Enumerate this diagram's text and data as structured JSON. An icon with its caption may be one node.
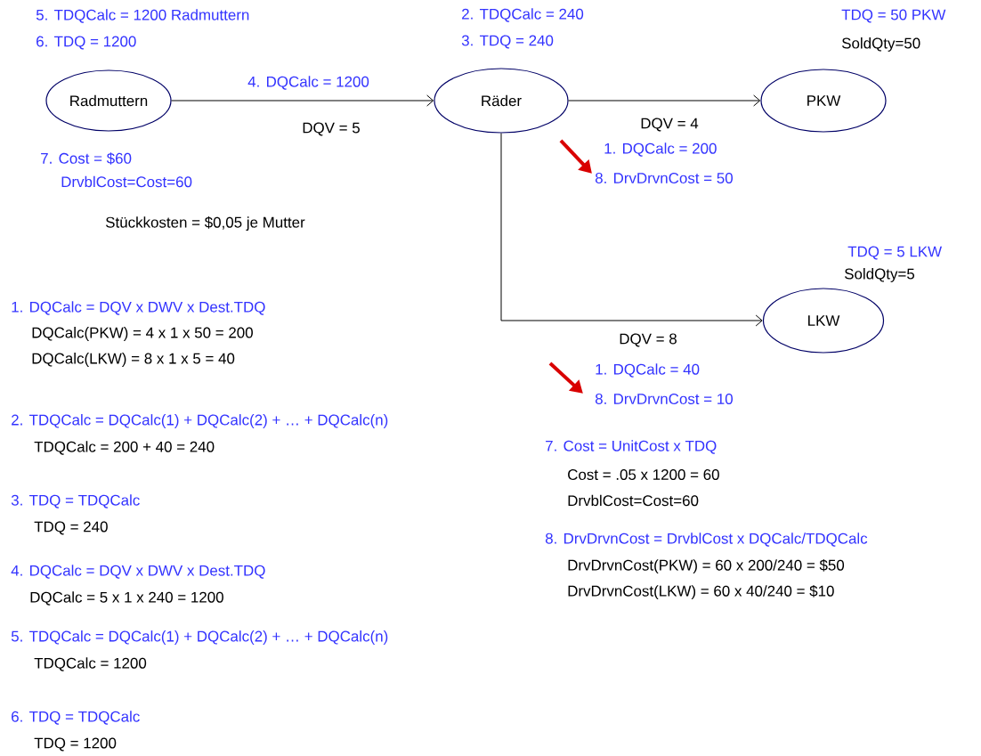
{
  "diagram": {
    "nodes": [
      {
        "text": [
          "Radmuttern"
        ],
        "beside": [
          "5. TDQCalc = 1200 Radmuttern",
          "6. TDQ = 1200",
          "7. Cost = $60",
          "DrvblCost=Cost=60"
        ]
      },
      {
        "text": [
          "Räder"
        ],
        "beside": [
          "2. TDQCalc = 240",
          "3. TDQ = 240"
        ]
      },
      {
        "text": [
          "PKW"
        ],
        "beside": [
          "TDQ = 50 PKW",
          "SoldQty=50"
        ]
      },
      {
        "text": [
          "LKW"
        ],
        "beside": [
          "TDQ = 5 LKW",
          "SoldQty=5"
        ]
      }
    ],
    "edges": [
      {
        "from": 0,
        "to": 1,
        "arrow": "to",
        "label": "DQV = 5"
      },
      {
        "from": 1,
        "to": 2,
        "arrow": "to",
        "label": "DQV = 4"
      },
      {
        "from": 1,
        "to": 3,
        "arrow": "to",
        "label": "DQV = 8"
      }
    ],
    "labels": [
      "4. DQCalc = 1200",
      "1. DQCalc = 200",
      "8. DrvDrvnCost = 50",
      "Stückkosten = $0,05 je Mutter",
      "1. DQCalc = 40",
      "8. DrvDrvnCost = 10",
      "1. DQCalc = DQV x DWV x Dest.TDQ",
      "DQCalc(PKW) = 4 x 1 x 50 = 200",
      "DQCalc(LKW) = 8 x 1 x 5 = 40",
      "2. TDQCalc = DQCalc(1) + DQCalc(2) + … + DQCalc(n)",
      "TDQCalc = 200 + 40 = 240",
      "3. TDQ = TDQCalc",
      "TDQ = 240",
      "4. DQCalc = DQV x DWV x Dest.TDQ",
      "DQCalc = 5 x 1 x 240 = 1200",
      "5. TDQCalc = DQCalc(1) + DQCalc(2) + … + DQCalc(n)",
      "TDQCalc = 1200",
      "6. TDQ = TDQCalc",
      "TDQ = 1200",
      "7. Cost = UnitCost x TDQ",
      "Cost = .05 x 1200 = 60",
      "DrvblCost=Cost=60",
      "8. DrvDrvnCost = DrvblCost x DQCalc/TDQCalc",
      "DrvDrvnCost(PKW) = 60 x 200/240 = $50",
      "DrvDrvnCost(LKW) = 60 x 40/240 = $10"
    ]
  }
}
